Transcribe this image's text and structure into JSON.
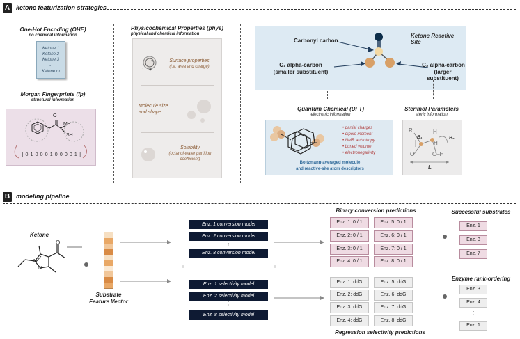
{
  "section_a": {
    "tag": "A",
    "title": "ketone featurization strategies"
  },
  "ohe": {
    "title": "One-Hot Encoding (OHE)",
    "subtitle": "no chemical information",
    "items": [
      "Ketone 1",
      "Ketone 2",
      "Ketone 3",
      "...",
      "Ketone m"
    ]
  },
  "fp": {
    "title": "Morgan Fingerprints (fp)",
    "subtitle": "structural information",
    "atom_o": "O",
    "atom_me": "Me",
    "atom_sh": "SH",
    "bits": "[ 0 1 0 0 0 1 0 0 0 0 1 ]"
  },
  "phys": {
    "title": "Physicochemical Properties (phys)",
    "subtitle": "physical and chemical information",
    "surface_line1": "Surface properties",
    "surface_line2": "(i.e. area and charge)",
    "size_line1": "Molecule size",
    "size_line2": "and shape",
    "solubility_line1": "Solubility",
    "solubility_line2": "(octanol-water partition",
    "solubility_line3": "coefficient)",
    "plus_sign": "+",
    "minus_sign": "-"
  },
  "site": {
    "title": "Ketone Reactive Site",
    "carbonyl": "Carbonyl carbon",
    "c1_line1": "C₁ alpha-carbon",
    "c1_line2": "(smaller substituent)",
    "c2_line1": "C₂ alpha-carbon",
    "c2_line2": "(larger substituent)"
  },
  "dft": {
    "title": "Quantum Chemical (DFT)",
    "subtitle": "electronic information",
    "bullets": [
      "• partial charges",
      "• dipole moment",
      "• NMR anisotropy",
      "• buried volume",
      "• electronegativity"
    ],
    "caption_line1": "Boltzmann-averaged molecule",
    "caption_line2": "and reactive-site atom descriptors"
  },
  "sterimol": {
    "title": "Sterimol Parameters",
    "subtitle": "steric information",
    "lbl_r": "R",
    "lbl_b1": "B₁",
    "lbl_h1": "H",
    "lbl_h2": "H",
    "lbl_b5": "B₅",
    "lbl_o1": "O",
    "lbl_o2": "O–H",
    "lbl_l": "L"
  },
  "section_b": {
    "tag": "B",
    "title": "modeling pipeline"
  },
  "pipeline": {
    "ketone_label": "Ketone",
    "ring_o": "O",
    "ring_n1": "N",
    "ring_n2": "N",
    "feature_vector_line1": "Substrate",
    "feature_vector_line2": "Feature Vector",
    "conversion_models": [
      "Enz. 1 conversion model",
      "Enz. 2 conversion model",
      "Enz. 8 conversion model"
    ],
    "selectivity_models": [
      "Enz. 1 selectivity model",
      "Enz. 2 selectivity model",
      "Enz. 8 selectivity model"
    ],
    "ellipsis": "⋮",
    "binary_title": "Binary conversion predictions",
    "binary_left": [
      "Enz. 1: 0 / 1",
      "Enz. 2: 0 / 1",
      "Enz. 3: 0 / 1",
      "Enz. 4: 0 / 1"
    ],
    "binary_right": [
      "Enz. 5: 0 / 1",
      "Enz. 6: 0 / 1",
      "Enz. 7: 0 / 1",
      "Enz. 8: 0 / 1"
    ],
    "regression_left": [
      "Enz. 1: ddG",
      "Enz. 2: ddG",
      "Enz. 3: ddG",
      "Enz. 4: ddG"
    ],
    "regression_right": [
      "Enz. 5: ddG",
      "Enz. 6: ddG",
      "Enz. 7: ddG",
      "Enz. 8: ddG"
    ],
    "regression_title": "Regression selectivity predictions",
    "successful_title": "Successful substrates",
    "successful": [
      "Enz. 1",
      "Enz. 3",
      "Enz. 7"
    ],
    "rank_title": "Enzyme rank-ordering",
    "rank": [
      "Enz. 3",
      "Enz. 4",
      "Enz. 1"
    ]
  },
  "colors": {
    "accent_navy": "#0e1a33",
    "pink_panel": "#ecdfe8",
    "blue_panel": "#ddeaf3",
    "orange_atom": "#d8a067",
    "brown_text": "#8a5a33"
  }
}
